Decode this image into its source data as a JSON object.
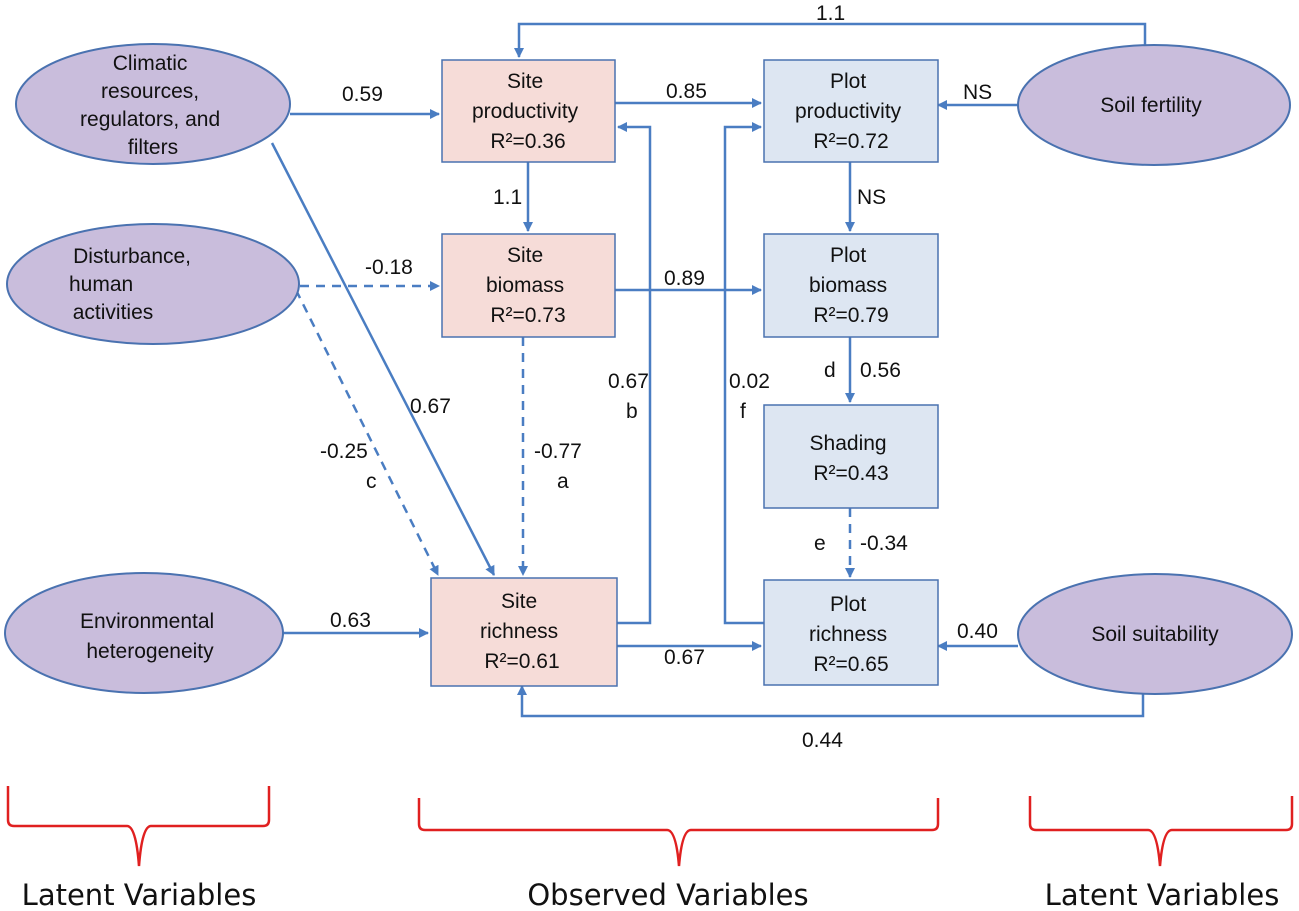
{
  "latent_nodes": {
    "climatic": [
      "Climatic",
      "resources,",
      "regulators, and",
      "filters"
    ],
    "disturbance": [
      "Disturbance,",
      "human",
      "activities"
    ],
    "environmental": [
      "Environmental",
      "heterogeneity"
    ],
    "soil_fertility": [
      "Soil fertility"
    ],
    "soil_suitability": [
      "Soil suitability"
    ]
  },
  "observed_nodes": {
    "site_productivity": [
      "Site",
      "productivity",
      "R²=0.36"
    ],
    "site_biomass": [
      "Site",
      "biomass",
      "R²=0.73"
    ],
    "site_richness": [
      "Site",
      "richness",
      "R²=0.61"
    ],
    "plot_productivity": [
      "Plot",
      "productivity",
      "R²=0.72"
    ],
    "plot_biomass": [
      "Plot",
      "biomass",
      "R²=0.79"
    ],
    "shading": [
      "Shading",
      "R²=0.43"
    ],
    "plot_richness": [
      "Plot",
      "richness",
      "R²=0.65"
    ]
  },
  "path_labels": {
    "soil_fertility_to_site_productivity": "1.1",
    "climatic_to_site_productivity": "0.59",
    "site_productivity_to_plot_productivity": "0.85",
    "soil_fertility_to_plot_productivity": "NS",
    "site_productivity_to_site_biomass": "1.1",
    "plot_productivity_to_plot_biomass": "NS",
    "disturbance_to_site_biomass": "-0.18",
    "site_biomass_to_plot_biomass": "0.89",
    "site_richness_to_site_productivity": "0.67",
    "site_richness_to_site_productivity_letter": "b",
    "plot_richness_to_plot_productivity": "0.02",
    "plot_richness_to_plot_productivity_letter": "f",
    "plot_biomass_to_shading_letter": "d",
    "plot_biomass_to_shading": "0.56",
    "climatic_to_site_richness": "0.67",
    "disturbance_to_site_richness": "-0.25",
    "disturbance_to_site_richness_letter": "c",
    "site_biomass_to_site_richness": "-0.77",
    "site_biomass_to_site_richness_letter": "a",
    "shading_to_plot_richness_letter": "e",
    "shading_to_plot_richness": "-0.34",
    "environmental_to_site_richness": "0.63",
    "site_richness_to_plot_richness": "0.67",
    "soil_suitability_to_plot_richness": "0.40",
    "soil_suitability_to_site_richness": "0.44"
  },
  "groups": {
    "left": "Latent Variables",
    "middle": "Observed Variables",
    "right": "Latent Variables"
  },
  "colors": {
    "latent_fill": "#c9bddc",
    "site_fill": "#f6dcd8",
    "plot_fill": "#dde6f2",
    "arrow": "#4a7dc2",
    "brace": "#e02020"
  }
}
